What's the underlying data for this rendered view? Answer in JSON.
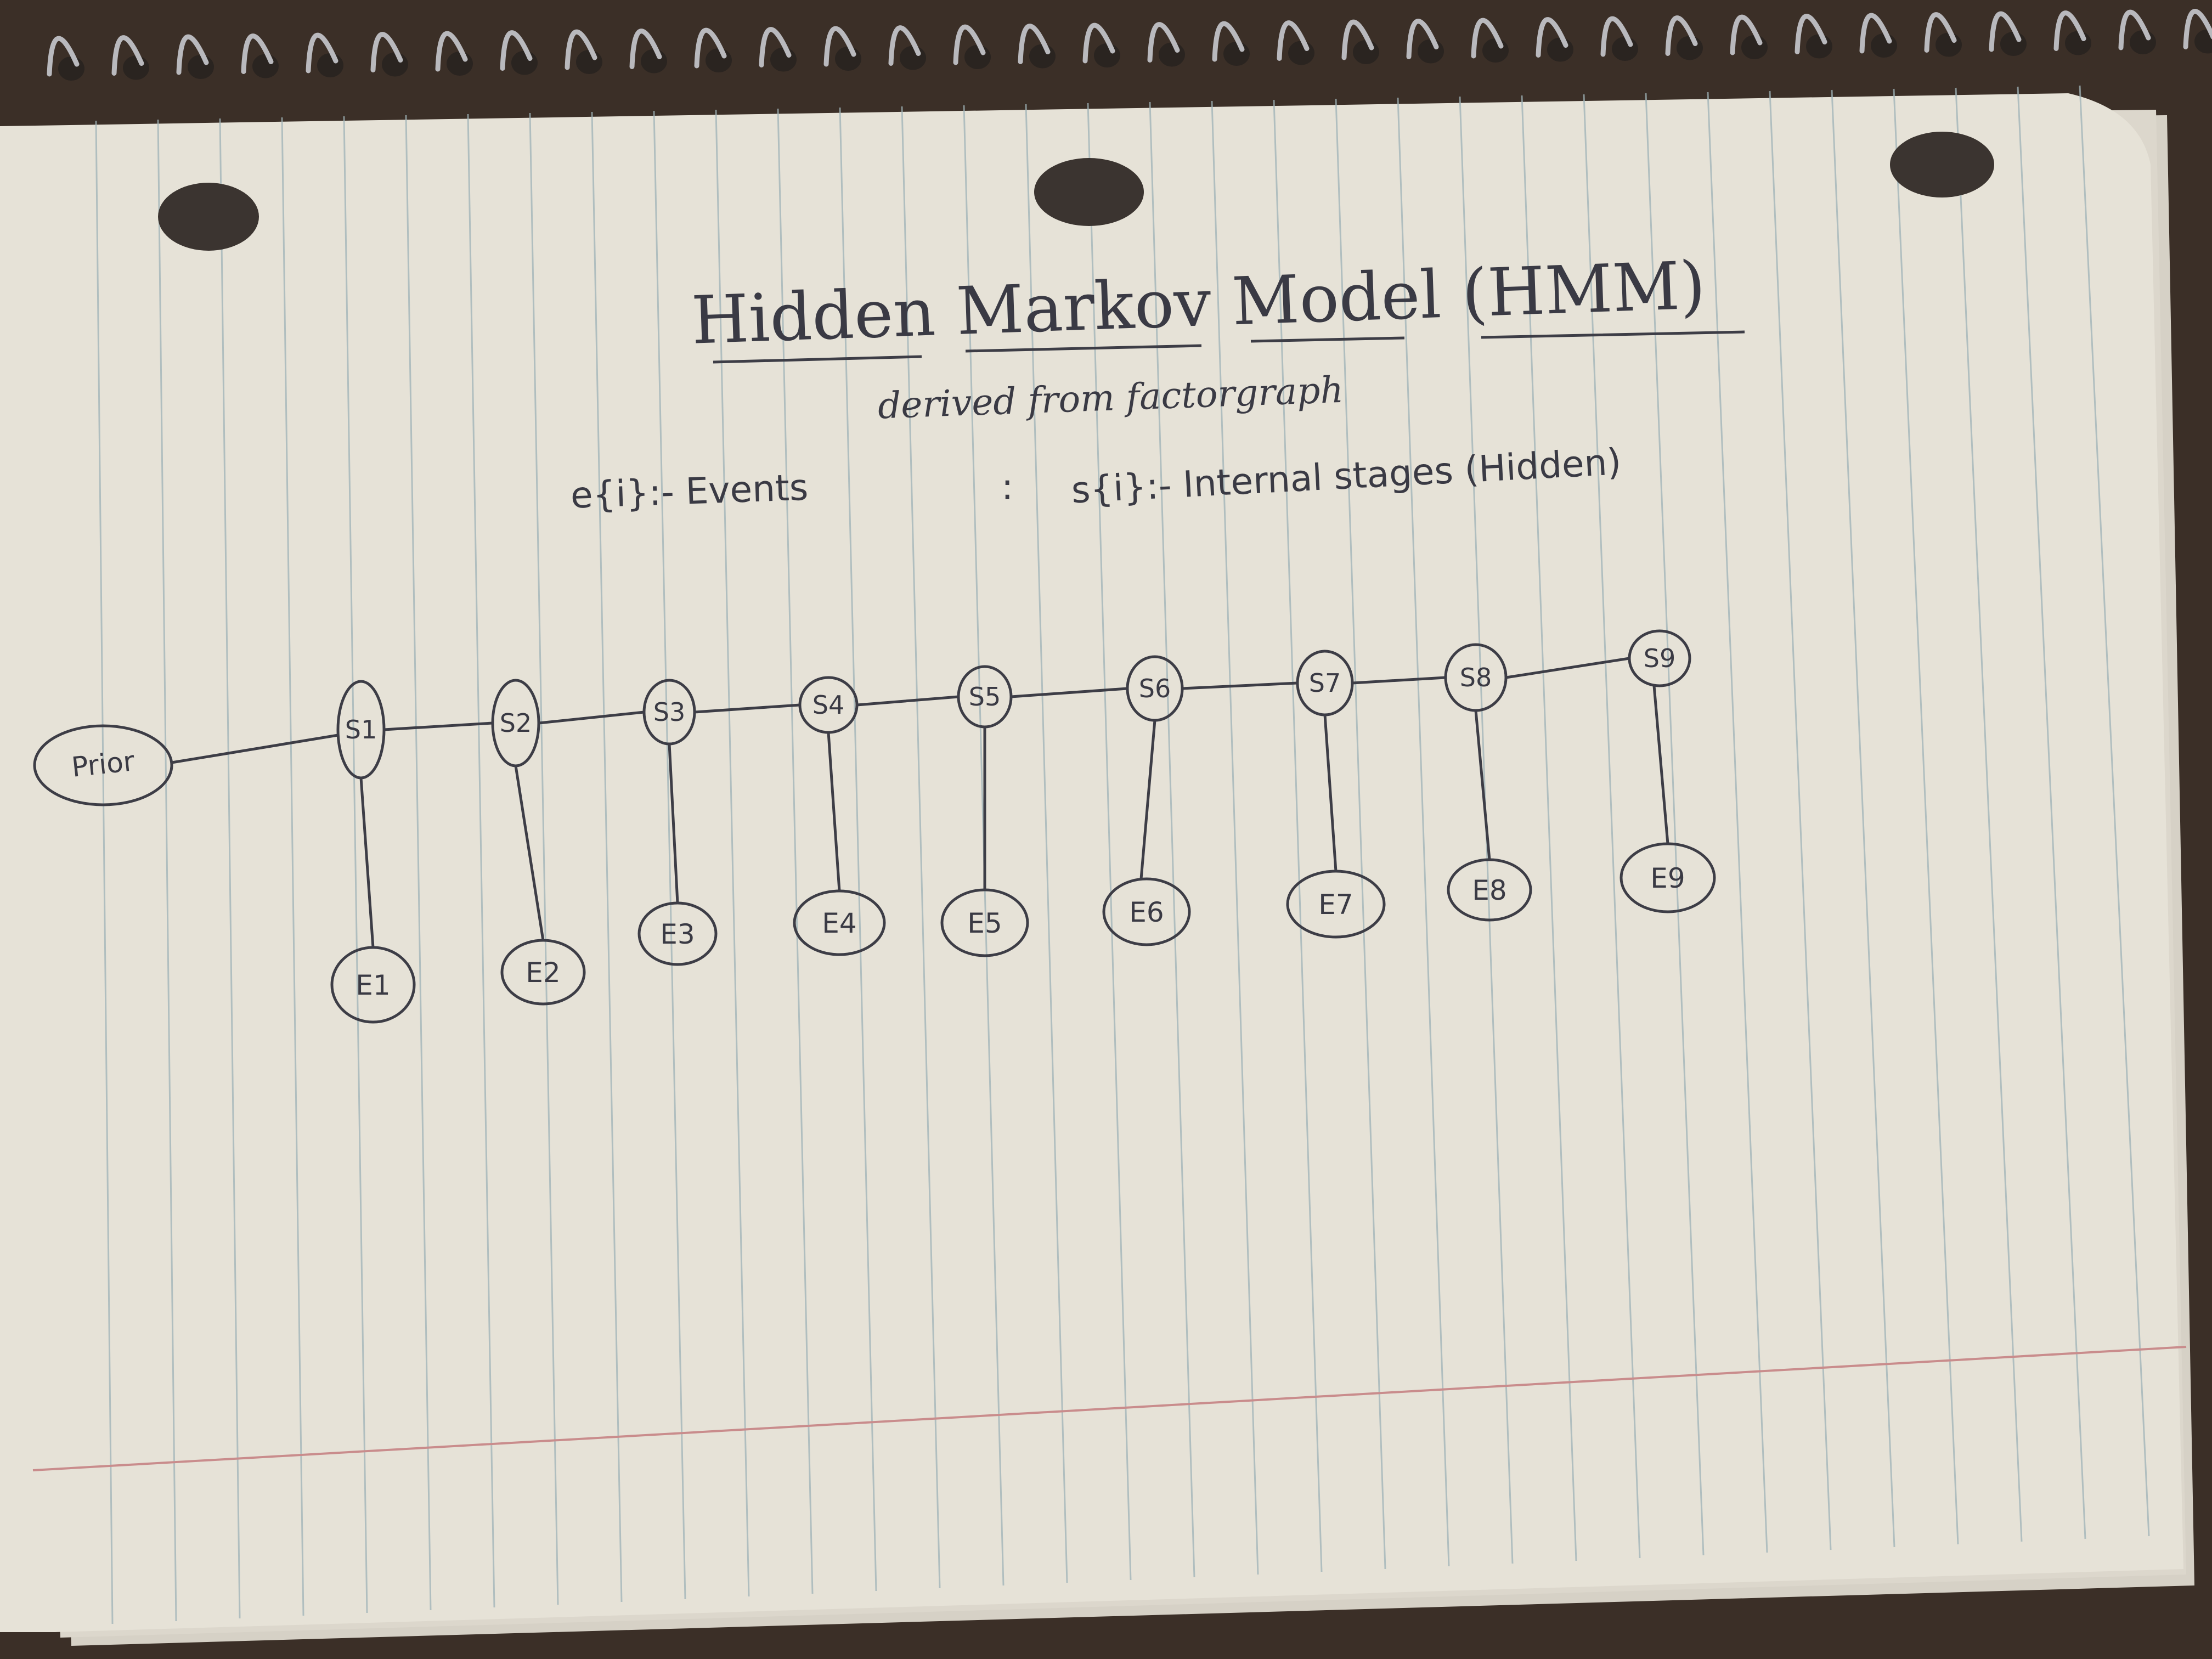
{
  "note": {
    "title": "Hidden Markov Model (HMM)",
    "subtitle": "derived from factorgraph",
    "legend_events": "e{i}:- Events",
    "legend_separator": ":",
    "legend_states": "s{i}:- Internal stages (Hidden)"
  },
  "diagram": {
    "prior_label": "Prior",
    "states": [
      "S1",
      "S2",
      "S3",
      "S4",
      "S5",
      "S6",
      "S7",
      "S8",
      "S9"
    ],
    "events": [
      "E1",
      "E2",
      "E3",
      "E4",
      "E5",
      "E6",
      "E7",
      "E8",
      "E9"
    ]
  }
}
